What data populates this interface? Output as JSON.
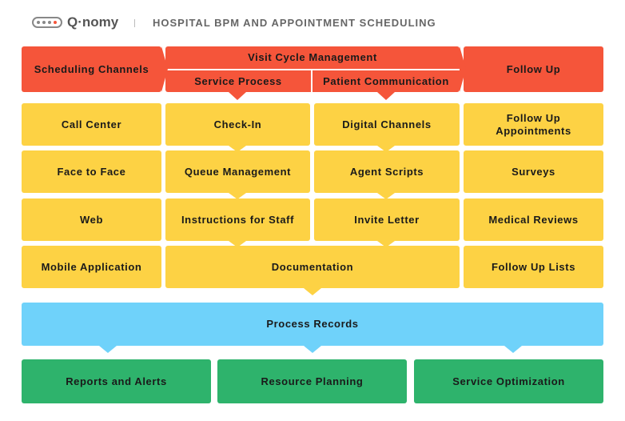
{
  "header": {
    "logo": "Q·nomy",
    "title": "HOSPITAL BPM AND APPOINTMENT SCHEDULING"
  },
  "top": {
    "scheduling_channels": "Scheduling Channels",
    "visit_cycle": "Visit Cycle Management",
    "service_process": "Service Process",
    "patient_communication": "Patient Communication",
    "follow_up": "Follow Up"
  },
  "col1": [
    "Call Center",
    "Face to Face",
    "Web",
    "Mobile Application"
  ],
  "col2": [
    "Check-In",
    "Queue Management",
    "Instructions for Staff"
  ],
  "col3": [
    "Digital Channels",
    "Agent Scripts",
    "Invite Letter"
  ],
  "documentation": "Documentation",
  "col4": [
    "Follow Up Appointments",
    "Surveys",
    "Medical Reviews",
    "Follow Up Lists"
  ],
  "process_records": "Process Records",
  "bottom": [
    "Reports and Alerts",
    "Resource Planning",
    "Service Optimization"
  ],
  "colors": {
    "red": "#F5553A",
    "yellow": "#FDD244",
    "blue": "#6FD2FA",
    "green": "#2EB36C"
  }
}
